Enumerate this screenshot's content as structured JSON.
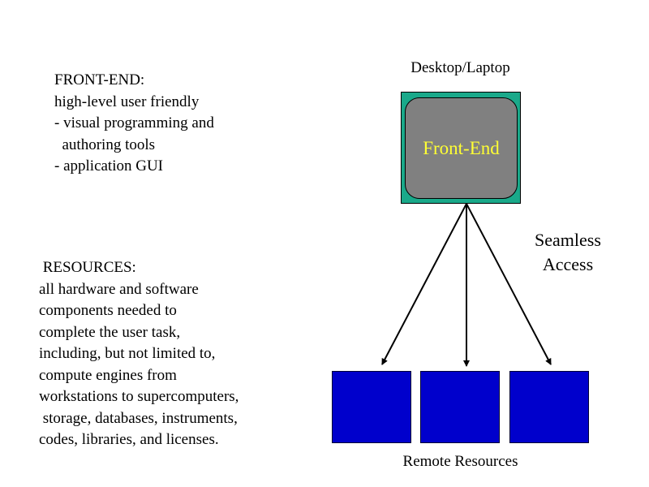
{
  "front_end_description": {
    "text": "FRONT-END:\nhigh-level user friendly\n- visual programming and\n  authoring tools\n- application GUI"
  },
  "resources_description": {
    "text": " RESOURCES:\nall hardware and software\ncomponents needed to\ncomplete the user task,\nincluding, but not limited to,\ncompute engines from\nworkstations to supercomputers,\n storage, databases, instruments,\ncodes, libraries, and licenses."
  },
  "diagram": {
    "desktop_label": "Desktop/Laptop",
    "front_end_label": "Front-End",
    "access_label": "Seamless Access",
    "remote_label": "Remote Resources",
    "colors": {
      "desktop_fill": "#1aa98a",
      "front_end_fill": "#808080",
      "front_end_text": "#ffff33",
      "resource_fill": "#0000cc"
    }
  }
}
